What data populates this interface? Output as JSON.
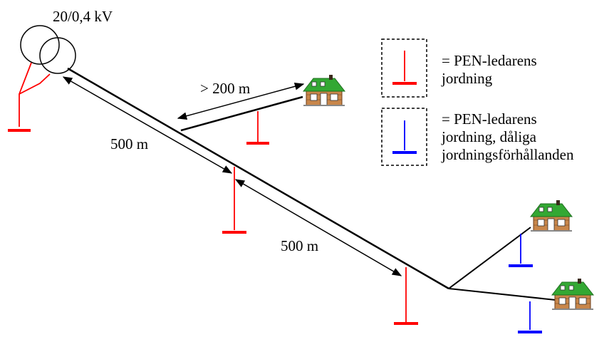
{
  "transformer_label": "20/0,4 kV",
  "distances": {
    "branch": "> 200 m",
    "first_segment": "500 m",
    "second_segment": "500 m"
  },
  "legend": {
    "red_line1": "= PEN-ledarens",
    "red_line2": "jordning",
    "blue_line1": "= PEN-ledarens",
    "blue_line2": "jordning, dåliga",
    "blue_line3": "jordningsförhållanden"
  },
  "colors": {
    "good_earthing": "#ff0000",
    "poor_earthing": "#0000ff",
    "line": "#000000",
    "roof": "#33a833",
    "wall": "#c8864a"
  }
}
